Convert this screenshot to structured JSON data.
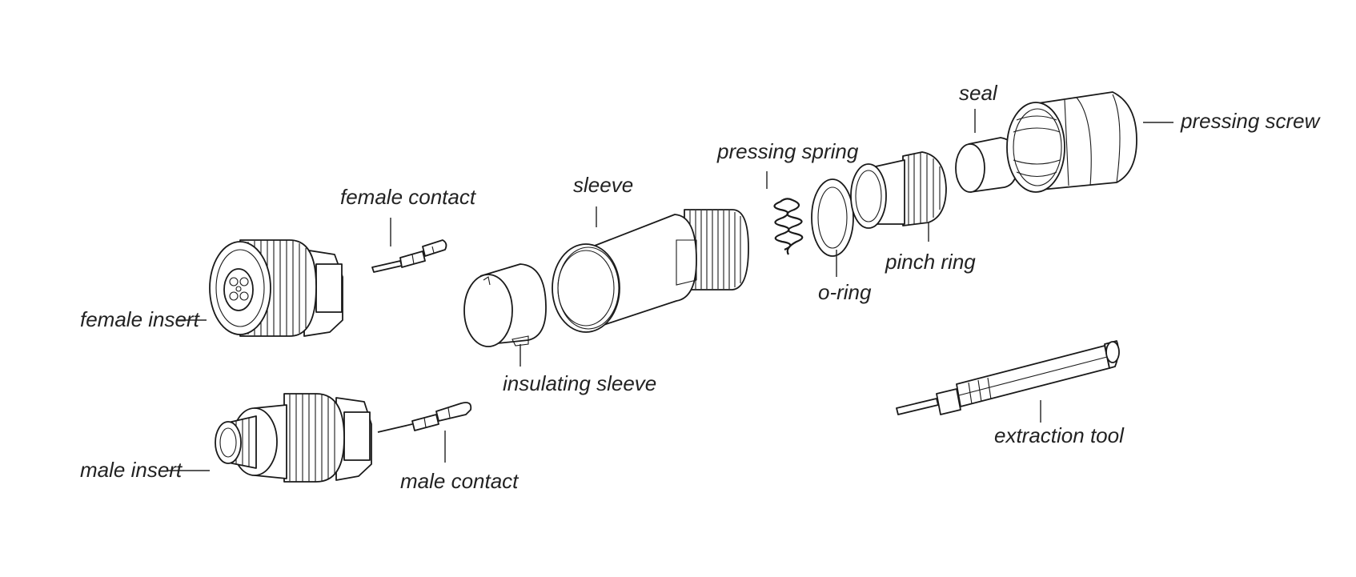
{
  "labels": {
    "female_insert": "female insert",
    "female_contact": "female contact",
    "male_insert": "male insert",
    "male_contact": "male contact",
    "insulating_sleeve": "insulating sleeve",
    "sleeve": "sleeve",
    "pressing_spring": "pressing spring",
    "o_ring": "o-ring",
    "pinch_ring": "pinch ring",
    "seal": "seal",
    "pressing_screw": "pressing screw",
    "extraction_tool": "extraction tool"
  }
}
